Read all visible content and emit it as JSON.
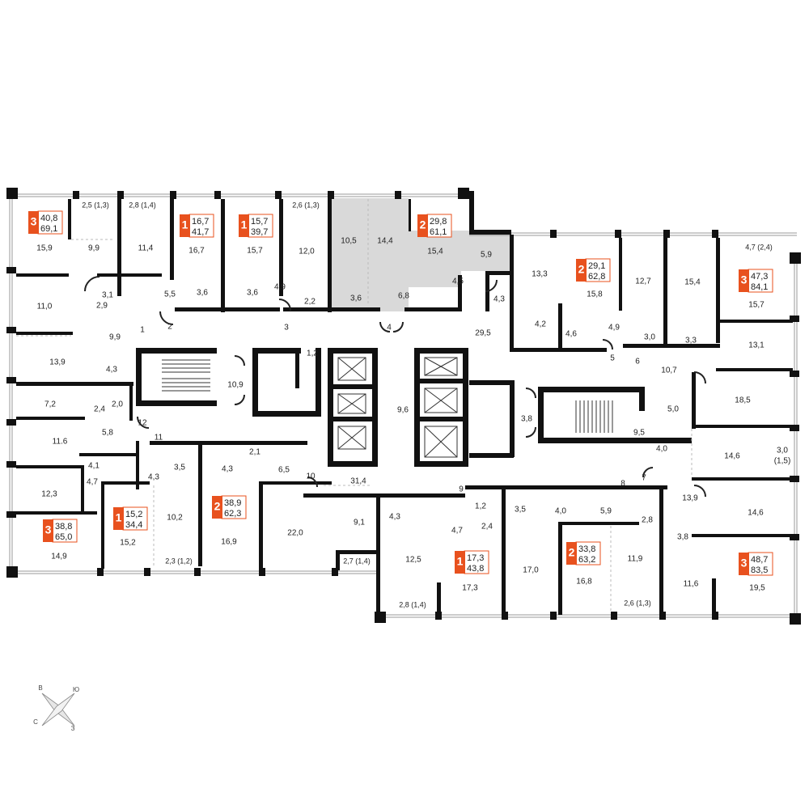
{
  "colors": {
    "accent": "#e8511e",
    "wall": "#111111",
    "highlight": "#d9d9d9"
  },
  "compass": {
    "n": "В",
    "e": "Ю",
    "s": "З",
    "w": "С"
  },
  "apartments": [
    {
      "id": "a1",
      "rooms": "3",
      "living": "40,8",
      "total": "69,1"
    },
    {
      "id": "a2",
      "rooms": "1",
      "living": "16,7",
      "total": "41,7"
    },
    {
      "id": "a3",
      "rooms": "1",
      "living": "15,7",
      "total": "39,7"
    },
    {
      "id": "a4",
      "rooms": "2",
      "living": "29,8",
      "total": "61,1",
      "highlighted": true
    },
    {
      "id": "a5",
      "rooms": "2",
      "living": "29,1",
      "total": "62,8"
    },
    {
      "id": "a6",
      "rooms": "3",
      "living": "47,3",
      "total": "84,1"
    },
    {
      "id": "a7",
      "rooms": "3",
      "living": "38,8",
      "total": "65,0"
    },
    {
      "id": "a8",
      "rooms": "1",
      "living": "15,2",
      "total": "34,4"
    },
    {
      "id": "a9",
      "rooms": "2",
      "living": "38,9",
      "total": "62,3"
    },
    {
      "id": "a10",
      "rooms": "1",
      "living": "17,3",
      "total": "43,8"
    },
    {
      "id": "a11",
      "rooms": "2",
      "living": "33,8",
      "total": "63,2"
    },
    {
      "id": "a12",
      "rooms": "3",
      "living": "48,7",
      "total": "83,5"
    }
  ],
  "room_labels": [
    "2,5 (1,3)",
    "2,8 (1,4)",
    "2,6 (1,3)",
    "4,7 (2,4)",
    "15,9",
    "9,9",
    "11,4",
    "16,7",
    "15,7",
    "12,0",
    "10,5",
    "14,4",
    "15,4",
    "5,9",
    "13,3",
    "15,8",
    "12,7",
    "15,4",
    "15,7",
    "3,1",
    "5,5",
    "3,6",
    "3,6",
    "4,9",
    "2,2",
    "3,6",
    "6,8",
    "4,5",
    "4,3",
    "2,9",
    "11,0",
    "1",
    "2",
    "3",
    "4",
    "29,5",
    "4,2",
    "4,6",
    "4,9",
    "3,0",
    "3,3",
    "13,1",
    "9,9",
    "13,9",
    "4,3",
    "1,2",
    "10,9",
    "5",
    "6",
    "10,7",
    "18,5",
    "7,2",
    "2,4",
    "2,0",
    "9,6",
    "3,8",
    "5,0",
    "9,5",
    "4,0",
    "14,6",
    "3,0",
    "(1,5)",
    "5,8",
    "12",
    "11.6",
    "11",
    "4,1",
    "3,5",
    "2,1",
    "6,5",
    "4,3",
    "10",
    "31,4",
    "7",
    "4,7",
    "12,3",
    "4,3",
    "10,2",
    "9",
    "8",
    "1,2",
    "3,5",
    "4,0",
    "5,9",
    "2,8",
    "13,9",
    "14,6",
    "22,0",
    "9,1",
    "4,3",
    "4,7",
    "2,4",
    "3,8",
    "14,9",
    "15,2",
    "16,9",
    "12,5",
    "17,3",
    "17,0",
    "16,8",
    "11,9",
    "11,6",
    "19,5",
    "2,3 (1,2)",
    "2,7 (1,4)",
    "2,8 (1,4)",
    "2,6 (1,3)"
  ]
}
